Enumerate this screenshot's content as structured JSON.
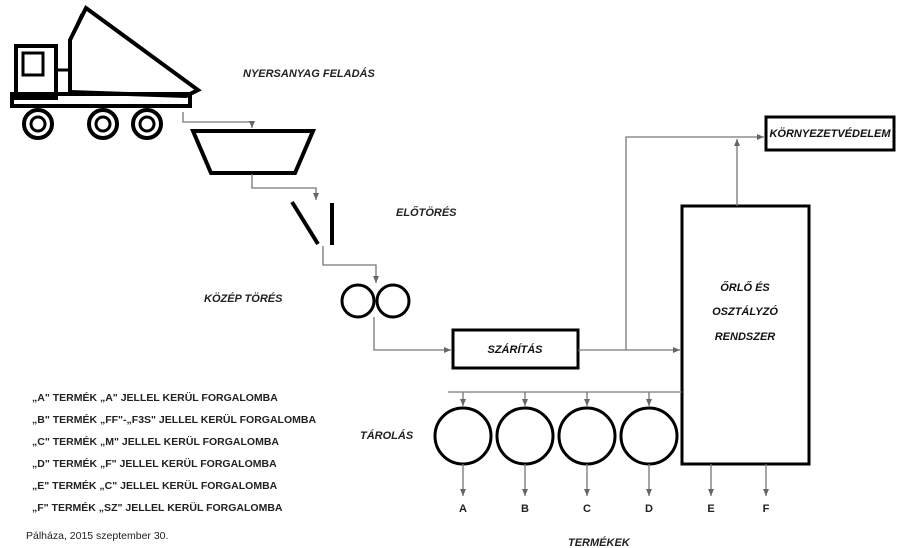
{
  "labels": {
    "raw_material_feed": "NYERSANYAG FELADÁS",
    "pre_crushing": "ELŐTÖRÉS",
    "medium_crushing": "KÖZÉP TÖRÉS",
    "drying": "SZÁRÍTÁS",
    "environment": "KÖRNYEZETVÉDELEM",
    "mill_line1": "ŐRLŐ ÉS",
    "mill_line2": "OSZTÁLYZÓ",
    "mill_line3": "RENDSZER",
    "storage": "TÁROLÁS",
    "products": "TERMÉKEK"
  },
  "product_letters": [
    "A",
    "B",
    "C",
    "D",
    "E",
    "F"
  ],
  "legend": [
    "„A\" TERMÉK  „A\" JELLEL KERÜL FORGALOMBA",
    "„B\" TERMÉK  „FF\"-„F3S\" JELLEL KERÜL FORGALOMBA",
    "„C\" TERMÉK  „M\" JELLEL KERÜL FORGALOMBA",
    "„D\" TERMÉK  „F\" JELLEL KERÜL FORGALOMBA",
    "„E\" TERMÉK  „C\" JELLEL KERÜL FORGALOMBA",
    "„F\" TERMÉK  „SZ\" JELLEL KERÜL FORGALOMBA"
  ],
  "footer": "Pálháza, 2015 szeptember 30."
}
